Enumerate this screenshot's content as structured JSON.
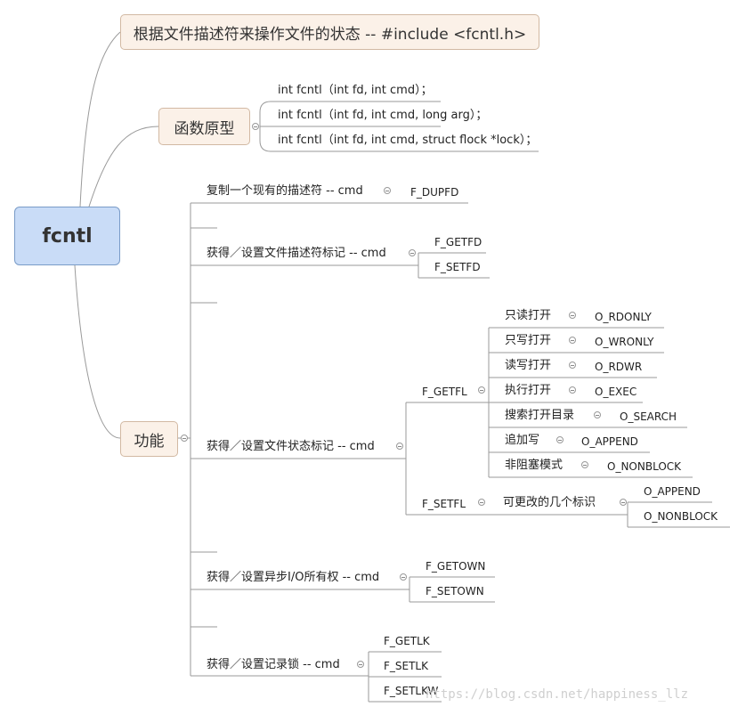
{
  "root": "fcntl",
  "header": "根据文件描述符来操作文件的状态 -- #include <fcntl.h>",
  "prototype": {
    "label": "函数原型",
    "items": [
      "int fcntl（int fd, int cmd）；",
      "int fcntl（int fd, int cmd, long arg）；",
      "int fcntl（int fd, int cmd, struct flock *lock）；"
    ]
  },
  "function": {
    "label": "功能",
    "dup": {
      "label": "复制一个现有的描述符 -- cmd",
      "child": "F_DUPFD"
    },
    "fd": {
      "label": "获得／设置文件描述符标记 -- cmd",
      "children": [
        "F_GETFD",
        "F_SETFD"
      ]
    },
    "fl": {
      "label": "获得／设置文件状态标记 -- cmd",
      "getfl": {
        "label": "F_GETFL",
        "modes": [
          {
            "name": "只读打开",
            "flag": "O_RDONLY"
          },
          {
            "name": "只写打开",
            "flag": "O_WRONLY"
          },
          {
            "name": "读写打开",
            "flag": "O_RDWR"
          },
          {
            "name": "执行打开",
            "flag": "O_EXEC"
          },
          {
            "name": "搜索打开目录",
            "flag": "O_SEARCH"
          },
          {
            "name": "追加写",
            "flag": "O_APPEND"
          },
          {
            "name": "非阻塞模式",
            "flag": "O_NONBLOCK"
          }
        ]
      },
      "setfl": {
        "label": "F_SETFL",
        "sub": "可更改的几个标识",
        "flags": [
          "O_APPEND",
          "O_NONBLOCK"
        ]
      }
    },
    "own": {
      "label": "获得／设置异步I/O所有权 -- cmd",
      "children": [
        "F_GETOWN",
        "F_SETOWN"
      ]
    },
    "lk": {
      "label": "获得／设置记录锁 -- cmd",
      "children": [
        "F_GETLK",
        "F_SETLK",
        "F_SETLKW"
      ]
    }
  },
  "watermark": "https://blog.csdn.net/happiness_llz"
}
